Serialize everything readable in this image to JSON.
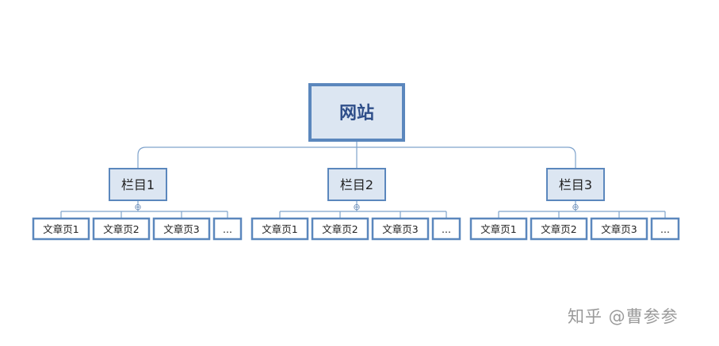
{
  "root": {
    "label": "网站"
  },
  "categories": [
    {
      "label": "栏目1",
      "children": [
        "文章页1",
        "文章页2",
        "文章页3",
        "..."
      ]
    },
    {
      "label": "栏目2",
      "children": [
        "文章页1",
        "文章页2",
        "文章页3",
        "..."
      ]
    },
    {
      "label": "栏目3",
      "children": [
        "文章页1",
        "文章页2",
        "文章页3",
        "..."
      ]
    }
  ],
  "collapse_symbol": "⊖",
  "watermark": "知乎 @曹参参",
  "colors": {
    "border": "#5b87bd",
    "fill": "#dce6f2",
    "leaf_fill": "#ffffff",
    "line": "#7fa3cc"
  }
}
